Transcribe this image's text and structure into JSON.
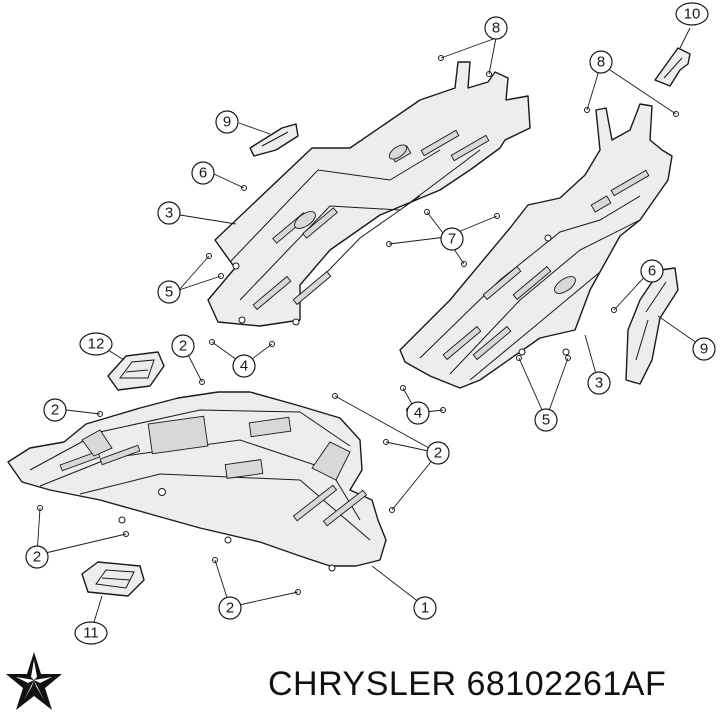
{
  "footer": {
    "brand": "CHRYSLER",
    "part_number": "68102261AF"
  },
  "callouts": {
    "c1": "1",
    "c2a": "2",
    "c2b": "2",
    "c2c": "2",
    "c2d": "2",
    "c2e": "2",
    "c3a": "3",
    "c3b": "3",
    "c4a": "4",
    "c4b": "4",
    "c5a": "5",
    "c5b": "5",
    "c6a": "6",
    "c6b": "6",
    "c7": "7",
    "c8a": "8",
    "c8b": "8",
    "c9a": "9",
    "c9b": "9",
    "c10": "10",
    "c11": "11",
    "c12": "12"
  },
  "logo": {
    "icon": "chrysler-pentastar-icon",
    "color": "#111111"
  }
}
